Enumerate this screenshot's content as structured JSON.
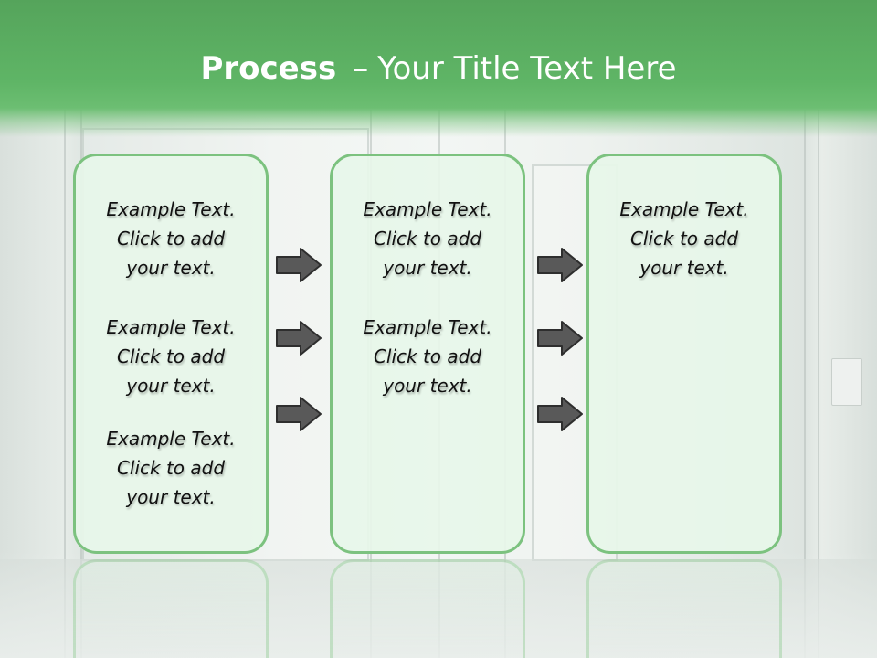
{
  "slide": {
    "title_bold": "Process",
    "title_separator": "–",
    "title_rest": "Your Title Text Here"
  },
  "columns": [
    {
      "blocks": [
        {
          "line1": "Example Text.",
          "line2": "Click  to add",
          "line3": "your text."
        },
        {
          "line1": "Example Text.",
          "line2": "Click  to add",
          "line3": "your text."
        },
        {
          "line1": "Example Text.",
          "line2": "Click  to add",
          "line3": "your text."
        }
      ]
    },
    {
      "blocks": [
        {
          "line1": "Example Text.",
          "line2": "Click  to add",
          "line3": "your text."
        },
        {
          "line1": "Example Text.",
          "line2": "Click  to add",
          "line3": "your text."
        }
      ]
    },
    {
      "blocks": [
        {
          "line1": "Example Text.",
          "line2": "Click  to add",
          "line3": "your text."
        }
      ]
    }
  ],
  "icons": {
    "arrow": "arrow-right-icon"
  },
  "colors": {
    "header_green": "#5fb566",
    "box_border": "#7cc27f",
    "box_fill": "#e7f6e9",
    "arrow_fill": "#595959"
  }
}
